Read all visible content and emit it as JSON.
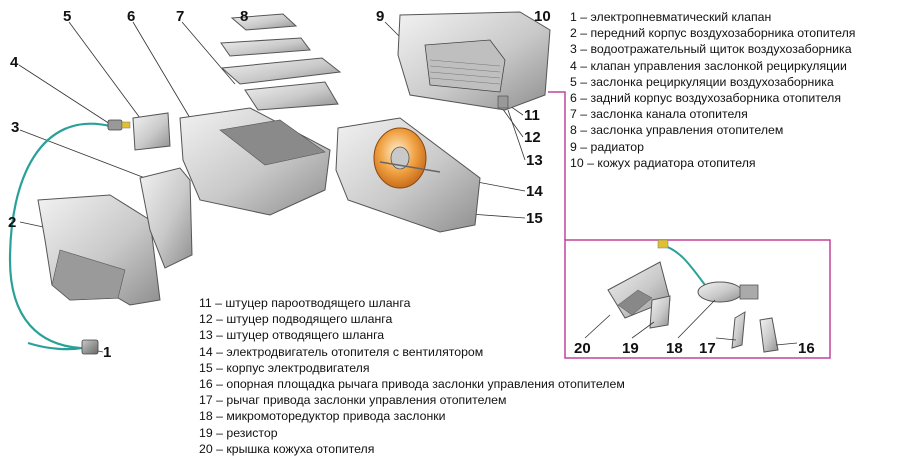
{
  "legend_top": [
    "1 – электропневматический клапан",
    "2 – передний корпус воздухозаборника отопителя",
    "3 – водоотражательный щиток воздухозаборника",
    "4 – клапан управления заслонкой рециркуляции",
    "5 – заслонка рециркуляции воздухозаборника",
    "6 – задний корпус воздухозаборника отопителя",
    "7 – заслонка канала отопителя",
    "8 – заслонка управления отопителем",
    "9 – радиатор",
    "10 – кожух радиатора отопителя"
  ],
  "legend_bottom": [
    "11 – штуцер пароотводящего шланга",
    "12 – штуцер подводящего шланга",
    "13 – штуцер отводящего шланга",
    "14 – электродвигатель отопителя с вентилятором",
    "15 – корпус электродвигателя",
    "16 – опорная площадка рычага привода заслонки управления отопителем",
    "17 – рычаг привода заслонки управления отопителем",
    "18 – микромоторедуктор привода заслонки",
    "19 – резистор",
    "20 – крышка кожуха отопителя"
  ],
  "callouts": {
    "n1": "1",
    "n2": "2",
    "n3": "3",
    "n4": "4",
    "n5": "5",
    "n6": "6",
    "n7": "7",
    "n8": "8",
    "n9": "9",
    "n10": "10",
    "n11": "11",
    "n12": "12",
    "n13": "13",
    "n14": "14",
    "n15": "15",
    "n16": "16",
    "n17": "17",
    "n18": "18",
    "n19": "19",
    "n20": "20"
  },
  "colors": {
    "inset_frame": "#c0449a",
    "hose": "#2aa198",
    "motor_fan": "#e8882a",
    "part_fill": "#d4d4d4",
    "part_edge": "#555555"
  }
}
